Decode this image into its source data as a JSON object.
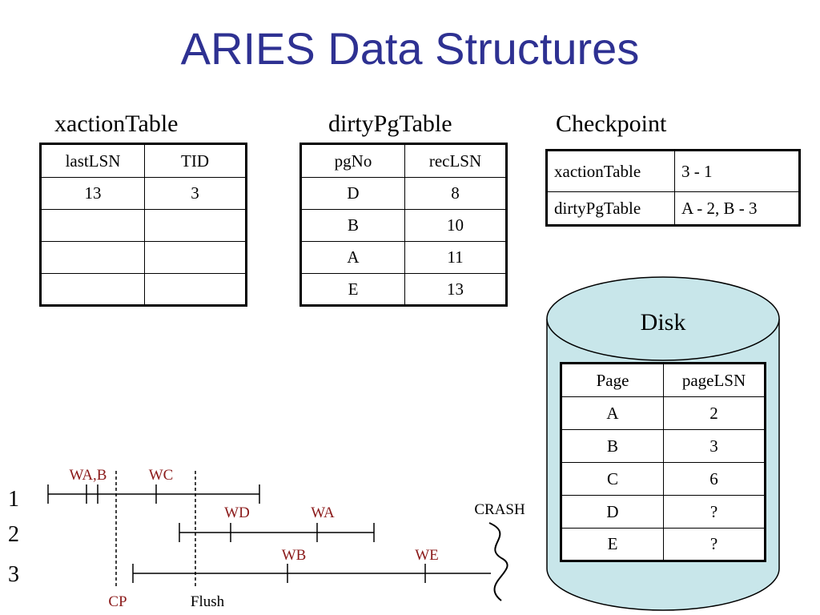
{
  "title": "ARIES Data Structures",
  "xaction": {
    "label": "xactionTable",
    "headers": [
      "lastLSN",
      "TID"
    ],
    "rows": [
      [
        "13",
        "3"
      ],
      [
        "",
        ""
      ],
      [
        "",
        ""
      ],
      [
        "",
        ""
      ]
    ]
  },
  "dirty": {
    "label": "dirtyPgTable",
    "headers": [
      "pgNo",
      "recLSN"
    ],
    "rows": [
      [
        "D",
        "8"
      ],
      [
        "B",
        "10"
      ],
      [
        "A",
        "11"
      ],
      [
        "E",
        "13"
      ]
    ]
  },
  "checkpoint": {
    "label": "Checkpoint",
    "rows": [
      [
        "xactionTable",
        "3 - 1"
      ],
      [
        "dirtyPgTable",
        "A - 2, B - 3"
      ]
    ]
  },
  "disk": {
    "label": "Disk",
    "fill_color": "#c8e6ea",
    "headers": [
      "Page",
      "pageLSN"
    ],
    "rows": [
      [
        "A",
        "2"
      ],
      [
        "B",
        "3"
      ],
      [
        "C",
        "6"
      ],
      [
        "D",
        "?"
      ],
      [
        "E",
        "?"
      ]
    ]
  },
  "timeline": {
    "event_color": "#8b1a1a",
    "rows": [
      "1",
      "2",
      "3"
    ],
    "events": [
      "WA,B",
      "WC",
      "WD",
      "WA",
      "WB",
      "WE"
    ],
    "cp_label": "CP",
    "flush_label": "Flush",
    "crash_label": "CRASH"
  }
}
